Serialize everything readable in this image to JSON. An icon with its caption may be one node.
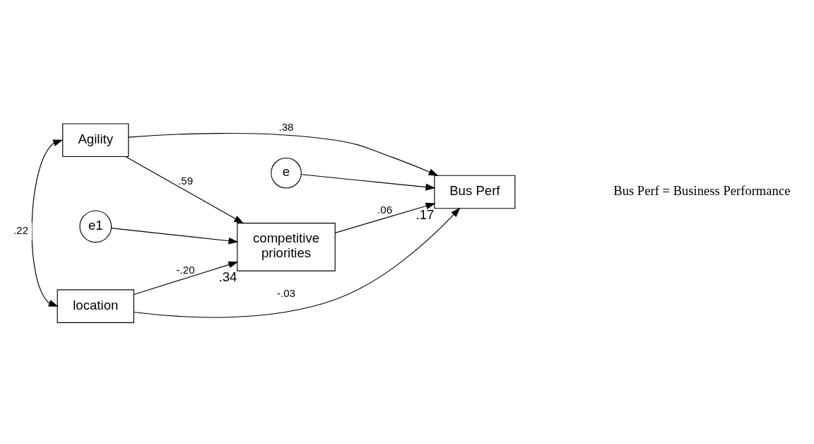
{
  "diagram": {
    "nodes": [
      {
        "text": [
          "Agility"
        ]
      },
      {
        "text": [
          "e"
        ]
      },
      {
        "text": [
          "competitive priorities"
        ],
        "beside": [
          ".34"
        ]
      },
      {
        "text": [
          "e1"
        ]
      },
      {
        "text": [
          "Bus Perf"
        ],
        "beside": [
          ".17"
        ]
      },
      {
        "text": [
          "location"
        ]
      }
    ],
    "edges": [
      {
        "from": 0,
        "to": 4,
        "arrow": "to",
        "label": ".38"
      },
      {
        "from": 0,
        "to": 2,
        "arrow": "to",
        "label": ".59"
      },
      {
        "from": 1,
        "to": 4,
        "arrow": "to"
      },
      {
        "from": 3,
        "to": 2,
        "arrow": "to"
      },
      {
        "from": 2,
        "to": 4,
        "arrow": "to",
        "label": ".06"
      },
      {
        "from": 5,
        "to": 2,
        "arrow": "to",
        "label": "-.20"
      },
      {
        "from": 5,
        "to": 4,
        "arrow": "to",
        "label": "-.03"
      },
      {
        "from": 0,
        "to": 5,
        "arrow": "both",
        "label": ".22"
      }
    ],
    "labels": [
      "Bus Perf = Business Performance"
    ]
  }
}
